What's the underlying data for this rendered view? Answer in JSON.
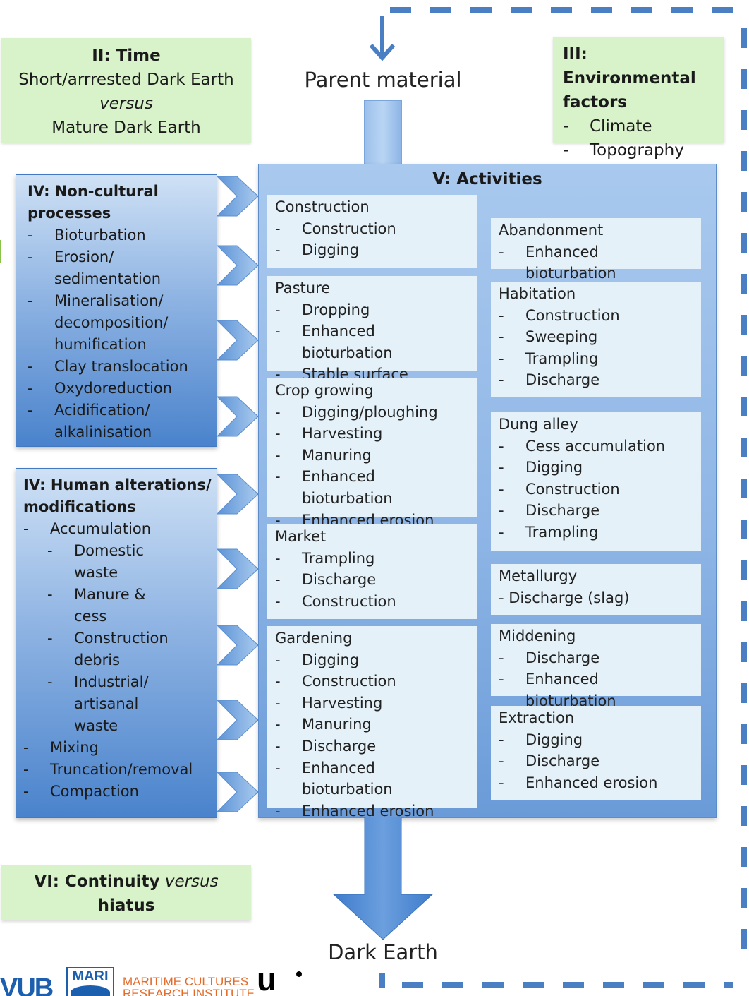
{
  "time_box": {
    "title": "II: Time",
    "line1": "Short/arrrested Dark Earth",
    "line2": "versus",
    "line3": "Mature Dark Earth"
  },
  "parent_material": "Parent material",
  "environmental": {
    "title_line1": "III: Environmental",
    "title_line2": "factors",
    "items": [
      "Climate",
      "Topography"
    ]
  },
  "noncultural": {
    "title_line1": "IV: Non-cultural",
    "title_line2": "processes",
    "items": [
      "Bioturbation",
      "Erosion/",
      "sedimentation",
      "Mineralisation/",
      "decomposition/",
      "humification",
      "Clay translocation",
      "Oxydoreduction",
      "Acidification/",
      "alkalinisation"
    ]
  },
  "human": {
    "title_line1": "IV: Human alterations/",
    "title_line2": "modifications",
    "accumulation": "Accumulation",
    "sub": [
      "Domestic",
      "waste",
      "Manure &",
      "cess",
      "Construction",
      "debris",
      "Industrial/",
      "artisanal",
      "waste"
    ],
    "items": [
      "Mixing",
      "Truncation/removal",
      "Compaction"
    ]
  },
  "activities": {
    "title": "V: Activities",
    "construction": {
      "title": "Construction",
      "items": [
        "Construction",
        "Digging"
      ]
    },
    "pasture": {
      "title": "Pasture",
      "items": [
        "Dropping",
        "Enhanced bioturbation",
        "Stable surface"
      ]
    },
    "crop": {
      "title": "Crop growing",
      "items": [
        "Digging/ploughing",
        "Harvesting",
        "Manuring",
        "Enhanced bioturbation",
        "Enhanced erosion"
      ]
    },
    "market": {
      "title": "Market",
      "items": [
        "Trampling",
        "Discharge",
        "Construction"
      ]
    },
    "gardening": {
      "title": "Gardening",
      "items": [
        "Digging",
        "Construction",
        "Harvesting",
        "Manuring",
        "Discharge",
        "Enhanced bioturbation",
        "Enhanced erosion"
      ]
    },
    "abandonment": {
      "title": "Abandonment",
      "items": [
        "Enhanced bioturbation"
      ]
    },
    "habitation": {
      "title": "Habitation",
      "items": [
        "Construction",
        "Sweeping",
        "Trampling",
        "Discharge"
      ]
    },
    "dung": {
      "title": "Dung alley",
      "items": [
        "Cess accumulation",
        "Digging",
        "Construction",
        "Discharge",
        "Trampling"
      ]
    },
    "metallurgy": {
      "title": "Metallurgy",
      "line": "- Discharge (slag)"
    },
    "middening": {
      "title": "Middening",
      "items": [
        "Discharge",
        "Enhanced bioturbation"
      ]
    },
    "extraction": {
      "title": "Extraction",
      "items": [
        "Digging",
        "Discharge",
        "Enhanced erosion"
      ]
    }
  },
  "continuity": {
    "bold1": "VI: Continuity",
    "italic": "versus",
    "bold2": "hiatus"
  },
  "dark_earth": "Dark Earth",
  "logos": {
    "vub": "VUB",
    "mari": "MARI",
    "mari_line1": "MARITIME CULTURES",
    "mari_line2": "RESEARCH INSTITUTE",
    "u": "u"
  },
  "colors": {
    "green": "#d8f2c9",
    "blue": "#4a83cc",
    "light_box": "#e4f1f8",
    "dash": "#4a7fc4"
  }
}
